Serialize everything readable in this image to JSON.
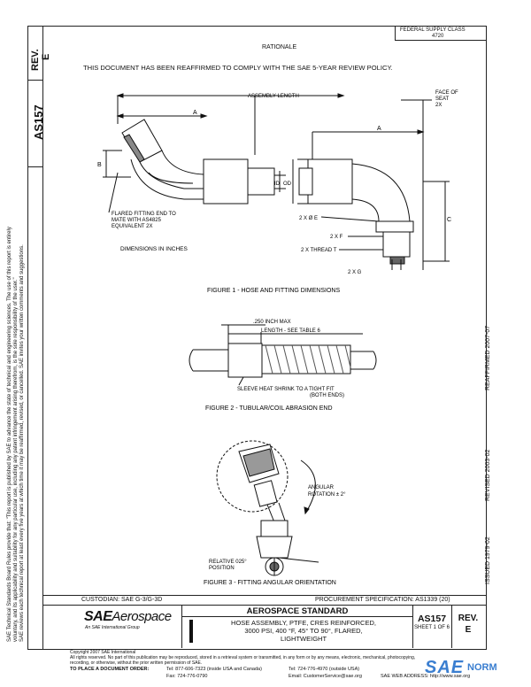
{
  "header": {
    "rev_label": "REV.",
    "rev_value": "E",
    "doc_number": "AS157",
    "federal_supply_class_label": "FEDERAL SUPPLY CLASS",
    "federal_supply_class_value": "4720"
  },
  "rationale": {
    "title": "RATIONALE",
    "text": "THIS DOCUMENT HAS BEEN REAFFIRMED TO COMPLY WITH THE SAE 5-YEAR REVIEW POLICY."
  },
  "side_notice": {
    "line1": "SAE Technical Standards Board Rules provide that: \"This report is published by SAE to advance the state of technical and engineering sciences. The use of this report is entirely",
    "line2": "voluntary, and its applicability and suitability for any particular use, including any patent infringement arising therefrom, is the sole responsibility of the user.\"",
    "line3": "SAE reviews each technical report at least every five years at which time it may be reaffirmed, revised, or cancelled. SAE invites your written comments and suggestions."
  },
  "figure1": {
    "assembly_length": "ASSEMBLY LENGTH",
    "face_of_seat": "FACE OF",
    "face_of_seat2": "SEAT",
    "face_of_seat3": "2X",
    "a1": "A",
    "a2": "A",
    "b1": "B",
    "id": "ID",
    "od": "OD",
    "c2": "C",
    "e_note": "2 X Ø E",
    "f_note": "2 X F",
    "thread_note": "2 X THREAD T",
    "g_note": "2 X G",
    "flared_fitting": "FLARED FITTING END TO",
    "flared_fitting2": "MATE WITH AS4825",
    "flared_fitting3": "EQUIVALENT 2X",
    "dimensions": "DIMENSIONS IN INCHES",
    "caption": "FIGURE 1 - HOSE AND FITTING DIMENSIONS"
  },
  "figure2": {
    "max": ".250 INCH MAX",
    "length": "LENGTH - SEE TABLE 6",
    "sleeve": "SLEEVE HEAT SHRINK TO A TIGHT FIT",
    "sleeve2": "(BOTH ENDS)",
    "caption": "FIGURE 2 - TUBULAR/COIL ABRASION END"
  },
  "figure3": {
    "angular": "ANGULAR",
    "rotation": "ROTATION ± 2°",
    "relative": "RELATIVE 025°",
    "position": "POSITION",
    "caption": "FIGURE 3 - FITTING ANGULAR ORIENTATION"
  },
  "side_dates": {
    "issued": "ISSUED 1979-02",
    "revised": "REVISED 2003-02",
    "reaffirmed": "REAFFIRMED 2007-07"
  },
  "footer": {
    "custodian": "CUSTODIAN:  SAE G-3/G-3D",
    "procurement": "PROCUREMENT SPECIFICATION: AS1339 (20)",
    "logo_sae": "SAE",
    "logo_aerospace": "Aerospace",
    "logo_tagline": "An SAE International Group",
    "standard": "AEROSPACE STANDARD",
    "title_line1": "HOSE ASSEMBLY, PTFE, CRES REINFORCED,",
    "title_line2": "3000 PSI, 400 °F, 45° TO 90°, FLARED,",
    "title_line3": "LIGHTWEIGHT",
    "doc_number": "AS157",
    "sheet": "SHEET 1 OF 6",
    "rev_label": "REV.",
    "rev_value": "E"
  },
  "copyright": {
    "line1": "Copyright 2007 SAE International",
    "line2": "All rights reserved. No part of this publication may be reproduced, stored in a retrieval system or transmitted, in any form or by any means, electronic, mechanical, photocopying,",
    "line3": "recording, or otherwise, without the prior written permission of SAE.",
    "order_label": "TO PLACE A DOCUMENT ORDER:",
    "tel1": "Tel: 877-606-7323 (inside USA and Canada)",
    "tel2": "Tel: 724-776-4970 (outside USA)",
    "fax": "Fax: 724-776-0790",
    "email": "Email: CustomerService@sae.org",
    "web": "SAE WEB ADDRESS: http://www.sae.org"
  },
  "watermark": {
    "sae": "SAE",
    "norm": "NORM"
  }
}
